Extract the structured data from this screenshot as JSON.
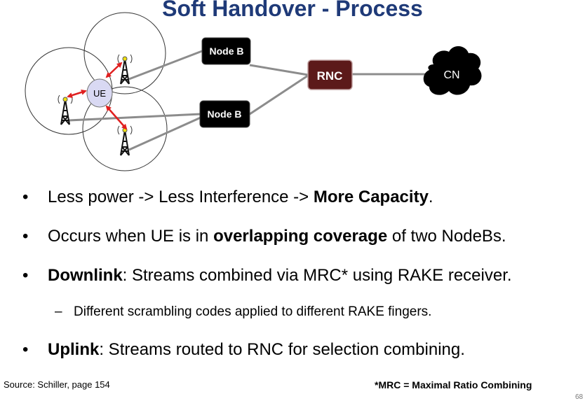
{
  "title": "Soft Handover - Process",
  "diagram": {
    "ue_label": "UE",
    "nodeb_top_label": "Node B",
    "nodeb_bottom_label": "Node B",
    "rnc_label": "RNC",
    "cn_label": "CN",
    "colors": {
      "nodeb_fill": "#000000",
      "rnc_fill": "#5c1a1a",
      "ue_fill": "#d9d9f3",
      "link_arrow": "#e02020",
      "connection_line": "#808080"
    }
  },
  "bullets": [
    {
      "pre": "Less power -> Less Interference -> ",
      "bold": "More Capacity",
      "post": "."
    },
    {
      "pre": "Occurs when UE is in ",
      "bold": "overlapping coverage",
      "post": " of two NodeBs."
    },
    {
      "pre": "",
      "bold": "Downlink",
      "post": ": Streams combined via MRC* using RAKE receiver."
    },
    {
      "pre": "",
      "bold": "Uplink",
      "post": ": Streams routed to RNC for selection combining."
    }
  ],
  "sub_bullet": "Different scrambling codes applied to different RAKE fingers.",
  "bullet_glyph": "•",
  "dash_glyph": "–",
  "source": "Source: Schiller, page 154",
  "footnote": "*MRC = Maximal Ratio Combining",
  "page_number": "68"
}
